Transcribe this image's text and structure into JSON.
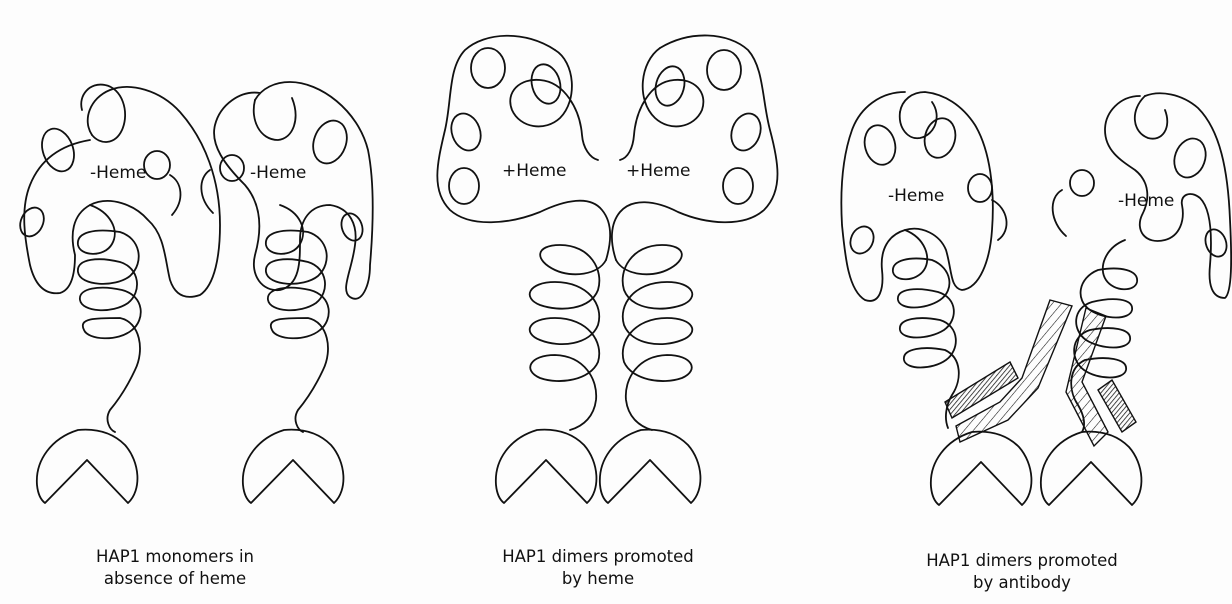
{
  "panels": [
    {
      "id": "monomers",
      "heme_labels": [
        "-Heme",
        "-Heme"
      ],
      "caption_line1": "HAP1 monomers in",
      "caption_line2": "absence of heme"
    },
    {
      "id": "heme-dimers",
      "heme_labels": [
        "+Heme",
        "+Heme"
      ],
      "caption_line1": "HAP1 dimers promoted",
      "caption_line2": "by heme"
    },
    {
      "id": "antibody-dimers",
      "heme_labels": [
        "-Heme",
        "-Heme"
      ],
      "caption_line1": "HAP1 dimers promoted",
      "caption_line2": "by antibody"
    }
  ],
  "colors": {
    "ink": "#111111",
    "background": "#fdfdfd"
  }
}
